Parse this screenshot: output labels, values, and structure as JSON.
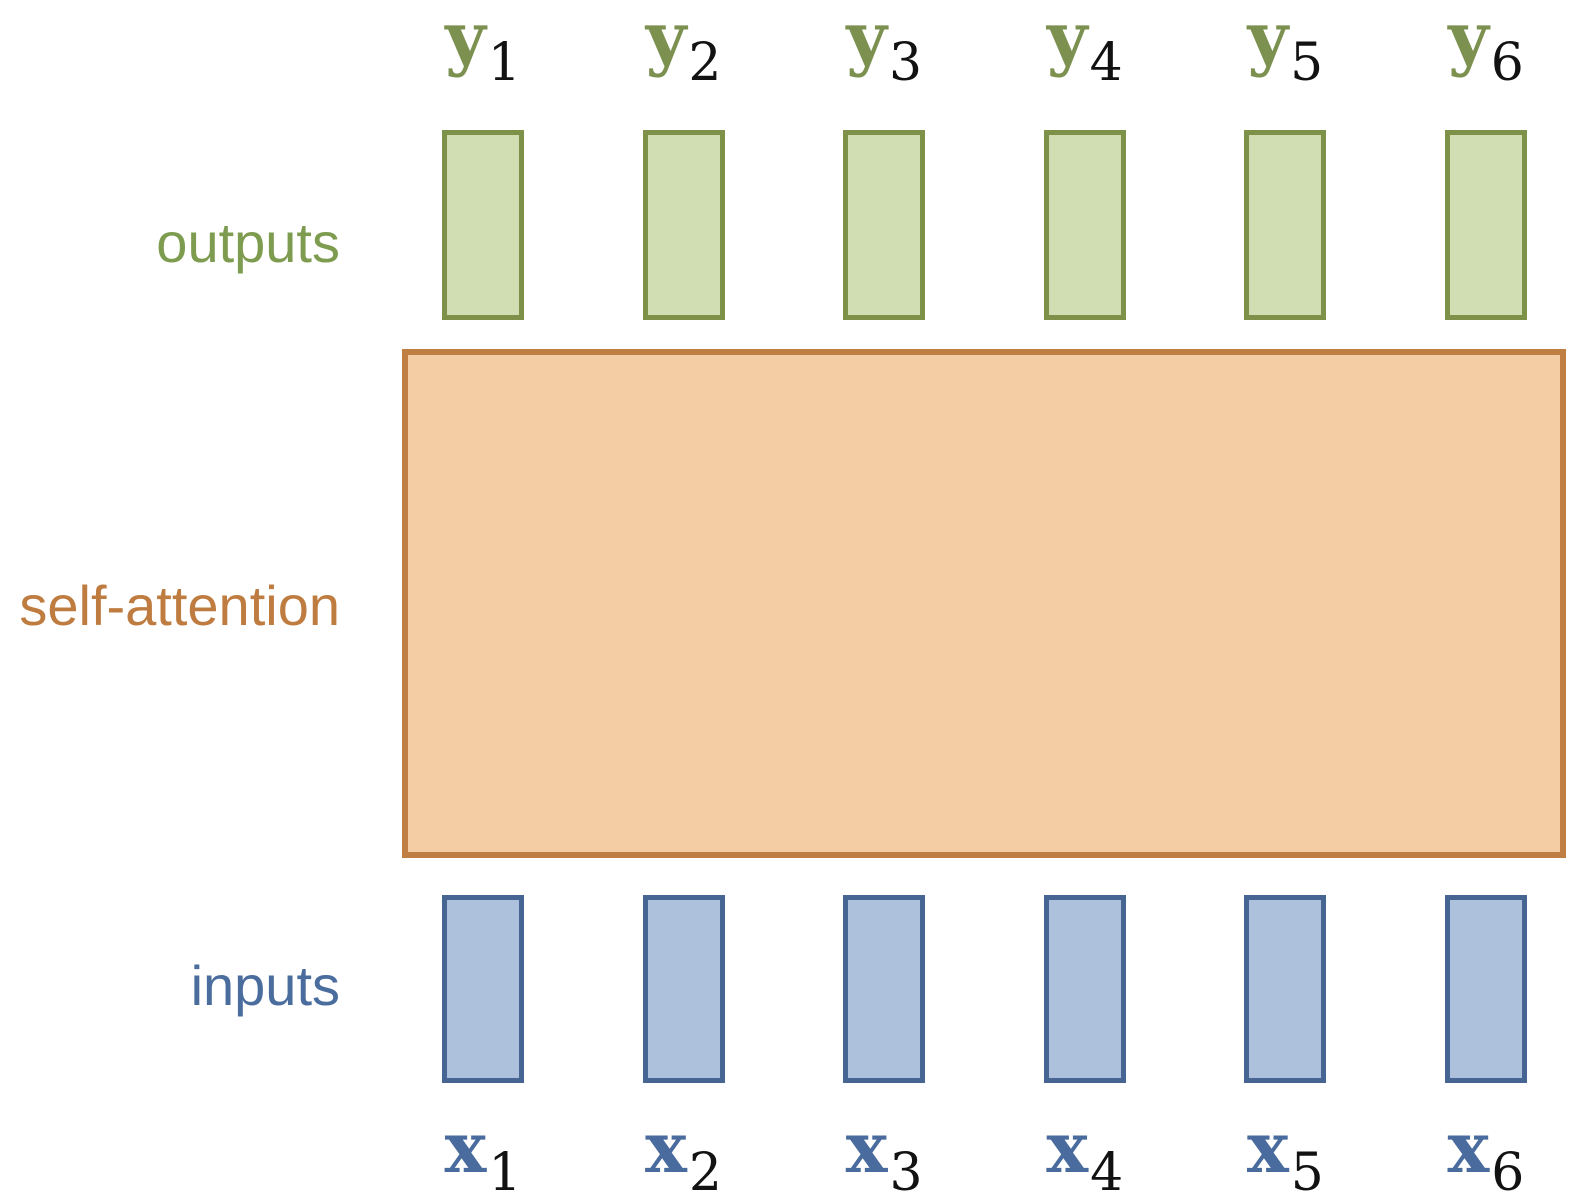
{
  "diagram": {
    "side_labels": {
      "outputs": "outputs",
      "attention": "self-attention",
      "inputs": "inputs"
    },
    "columns": [
      {
        "output_base": "y",
        "output_sub": "1",
        "input_base": "x",
        "input_sub": "1"
      },
      {
        "output_base": "y",
        "output_sub": "2",
        "input_base": "x",
        "input_sub": "2"
      },
      {
        "output_base": "y",
        "output_sub": "3",
        "input_base": "x",
        "input_sub": "3"
      },
      {
        "output_base": "y",
        "output_sub": "4",
        "input_base": "x",
        "input_sub": "4"
      },
      {
        "output_base": "y",
        "output_sub": "5",
        "input_base": "x",
        "input_sub": "5"
      },
      {
        "output_base": "y",
        "output_sub": "6",
        "input_base": "x",
        "input_sub": "6"
      }
    ],
    "colors": {
      "output_fill": "#d1ddb3",
      "output_border": "#7d9148",
      "output_text": "#7e9c4f",
      "output_letter": "#7c9150",
      "input_fill": "#adc1dc",
      "input_border": "#466593",
      "input_text": "#4a6d9e",
      "input_letter": "#4a6b9d",
      "attention_fill": "#f4cda4",
      "attention_border": "#bf7f42",
      "attention_text": "#bf7c41",
      "subscript_color": "#121212"
    }
  }
}
